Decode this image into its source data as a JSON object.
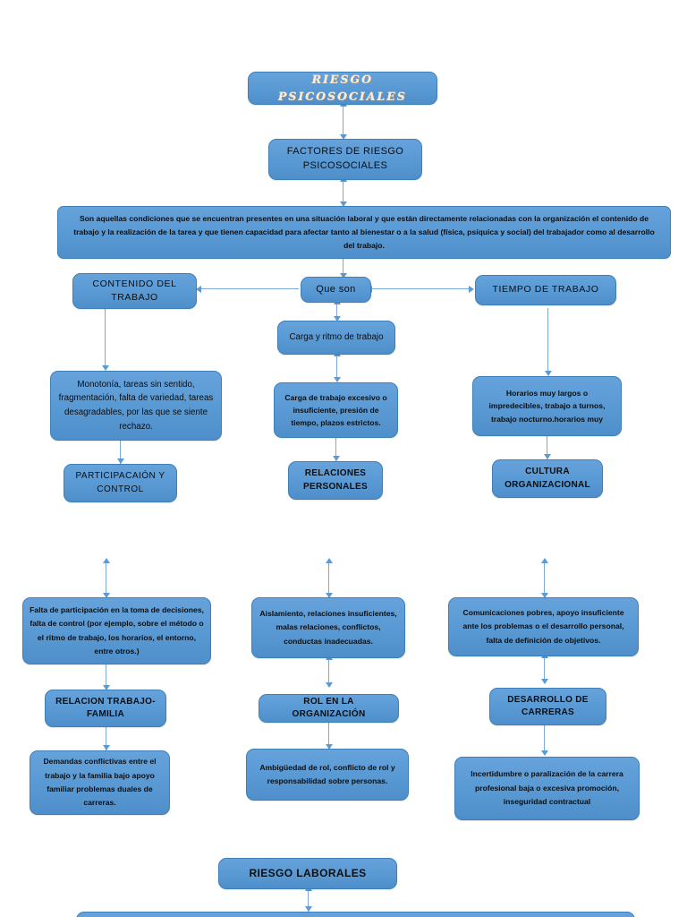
{
  "diagram": {
    "title": "RIESGO PSICOSOCIALES",
    "accent_color": "#5B9BD5",
    "connector_color": "#7FA9D4",
    "background": "#FFFFFF",
    "nodes": [
      {
        "id": "riesgo_psicosociales",
        "label": "RIESGO PSICOSOCIALES"
      },
      {
        "id": "factores",
        "label": "FACTORES DE RIESGO PSICOSOCIALES"
      },
      {
        "id": "definicion",
        "label": "Son aquellas condiciones que se encuentran presentes en una situación laboral y que están directamente relacionadas con la organización el contenido de trabajo y la realización de la tarea y que tienen capacidad para afectar tanto al bienestar o a la salud (física, psíquica y social) del trabajador como al desarrollo del trabajo."
      },
      {
        "id": "que_son",
        "label": "Que son"
      },
      {
        "id": "contenido_trabajo",
        "label": "CONTENIDO DEL TRABAJO"
      },
      {
        "id": "tiempo_trabajo",
        "label": "TIEMPO DE TRABAJO"
      },
      {
        "id": "carga_ritmo",
        "label": "Carga y ritmo de trabajo"
      },
      {
        "id": "monotonia",
        "label": "Monotonía, tareas sin sentido, fragmentación, falta de variedad, tareas desagradables, por las que se siente rechazo."
      },
      {
        "id": "carga_excesiva",
        "label": "Carga de trabajo excesivo o insuficiente, presión de tiempo, plazos estrictos."
      },
      {
        "id": "horarios",
        "label": "Horarios muy largos o impredecibles, trabajo a turnos, trabajo nocturno.horarios muy"
      },
      {
        "id": "participacion_control",
        "label": "PARTICIPACAIÓN Y CONTROL"
      },
      {
        "id": "relaciones_personales",
        "label": "RELACIONES PERSONALES"
      },
      {
        "id": "cultura_organizacional",
        "label": "CULTURA ORGANIZACIONAL"
      },
      {
        "id": "falta_participacion",
        "label": "Falta de participación en la toma de decisiones, falta de control (por ejemplo, sobre el método o el ritmo de trabajo, los horarios, el entorno, entre otros.)"
      },
      {
        "id": "aislamiento",
        "label": "Aislamiento, relaciones insuficientes, malas relaciones, conflictos, conductas inadecuadas."
      },
      {
        "id": "comunicaciones",
        "label": "Comunicaciones pobres, apoyo insuficiente ante los problemas o el desarrollo personal, falta de definición de objetivos."
      },
      {
        "id": "relacion_trabajo_familia",
        "label": "RELACION TRABAJO-FAMILIA"
      },
      {
        "id": "rol_organizacion",
        "label": "ROL EN LA ORGANIZACIÓN"
      },
      {
        "id": "desarrollo_carreras",
        "label": "DESARROLLO DE CARRERAS"
      },
      {
        "id": "demandas_conflictivas",
        "label": "Demandas conflictivas entre el trabajo y la familia bajo apoyo familiar problemas duales de carreras."
      },
      {
        "id": "ambiguedad_rol",
        "label": "Ambigüedad de rol, conflicto de rol y responsabilidad sobre personas."
      },
      {
        "id": "incertidumbre",
        "label": "Incertidumbre o paralización de la carrera profesional baja o excesiva promoción, inseguridad contractual"
      },
      {
        "id": "riesgo_laborales",
        "label": "RIESGO LABORALES"
      },
      {
        "id": "bottom_cutoff",
        "label": ""
      }
    ]
  }
}
